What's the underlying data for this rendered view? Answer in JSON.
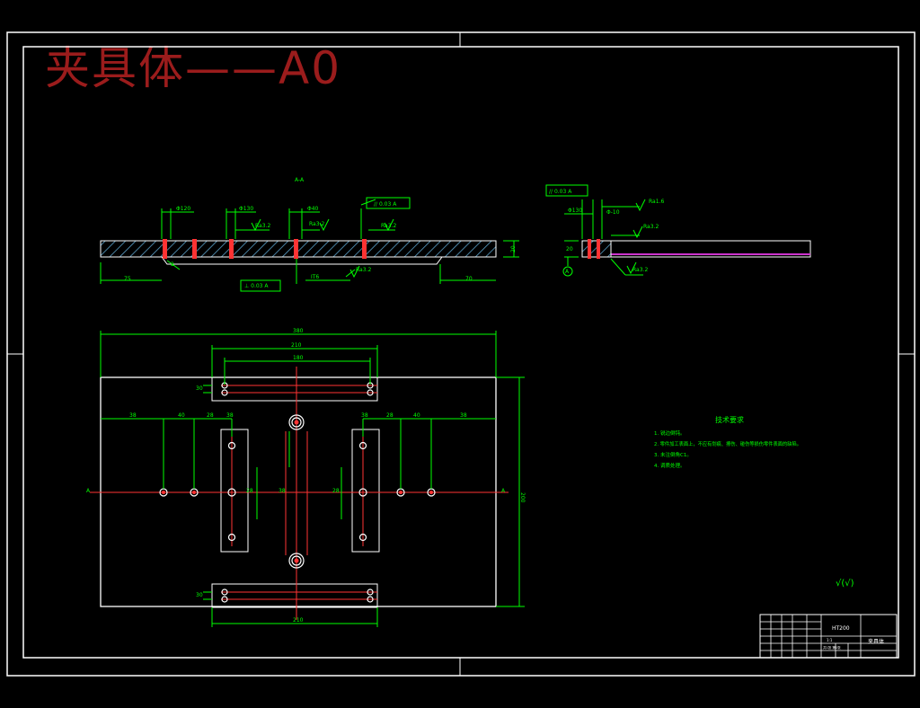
{
  "drawing": {
    "title": "夹具体——A0",
    "notes_heading": "技术要求",
    "notes": [
      "1. 锐边倒钝。",
      "2. 零件加工表面上，不应有划痕、擦伤、碰伤等损伤零件表面的缺陷。",
      "3. 未注倒角C1。",
      "4. 调质处理。"
    ],
    "roughness_note": "√(√)",
    "title_block": {
      "part_name": "夹具体",
      "material": "HT200",
      "scale": "1:1",
      "sheet": "共1张 第1张"
    },
    "colors": {
      "background": "#000000",
      "frame": "#ffffff",
      "geometry": "#ffffff",
      "dimension": "#00ff00",
      "centerline": "#ff3333",
      "hatch": "#5aa0c8",
      "title": "#9b1c1c",
      "accent": "#cc33cc"
    }
  }
}
